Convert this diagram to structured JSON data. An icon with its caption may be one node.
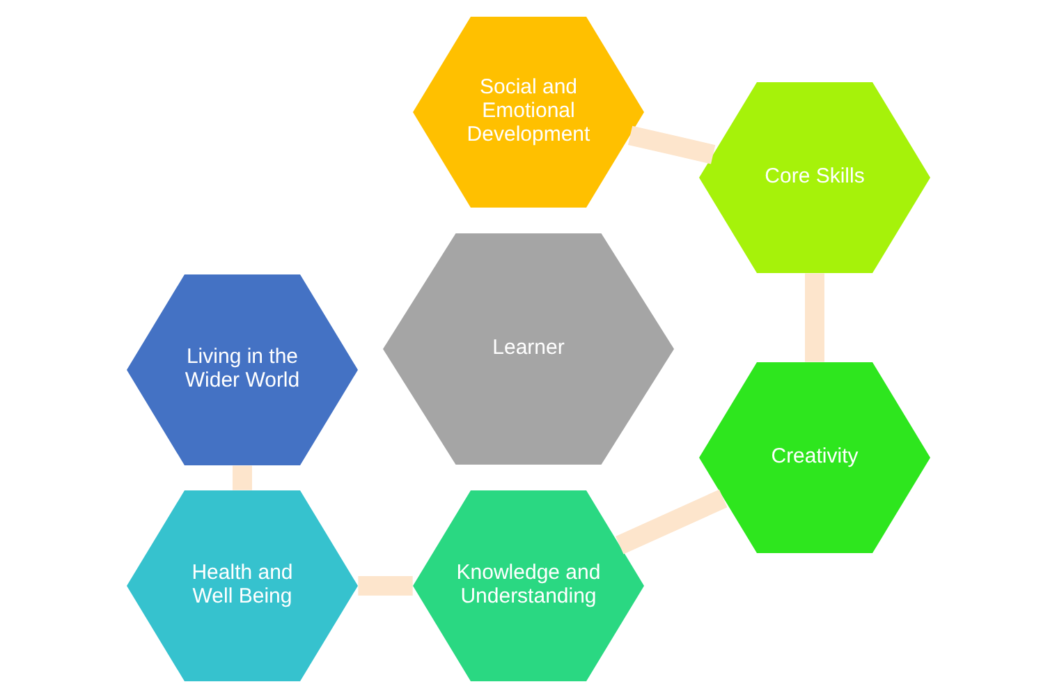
{
  "diagram": {
    "nodes": [
      {
        "text": [
          "Social and Emotional Development"
        ]
      },
      {
        "text": [
          "Living in the Wider World"
        ]
      },
      {
        "text": [
          "Core Skills"
        ]
      },
      {
        "text": [
          "Learner"
        ]
      },
      {
        "text": [
          "Health and Well Being"
        ]
      },
      {
        "text": [
          "Creativity"
        ]
      },
      {
        "text": [
          "Knowledge and Understanding"
        ]
      }
    ],
    "edges": [
      {
        "from": 0,
        "to": 2,
        "arrow": "none"
      },
      {
        "from": 2,
        "to": 5,
        "arrow": "none"
      },
      {
        "from": 6,
        "to": 5,
        "arrow": "none"
      },
      {
        "from": 4,
        "to": 6,
        "arrow": "none"
      },
      {
        "from": 1,
        "to": 4,
        "arrow": "none"
      }
    ]
  }
}
